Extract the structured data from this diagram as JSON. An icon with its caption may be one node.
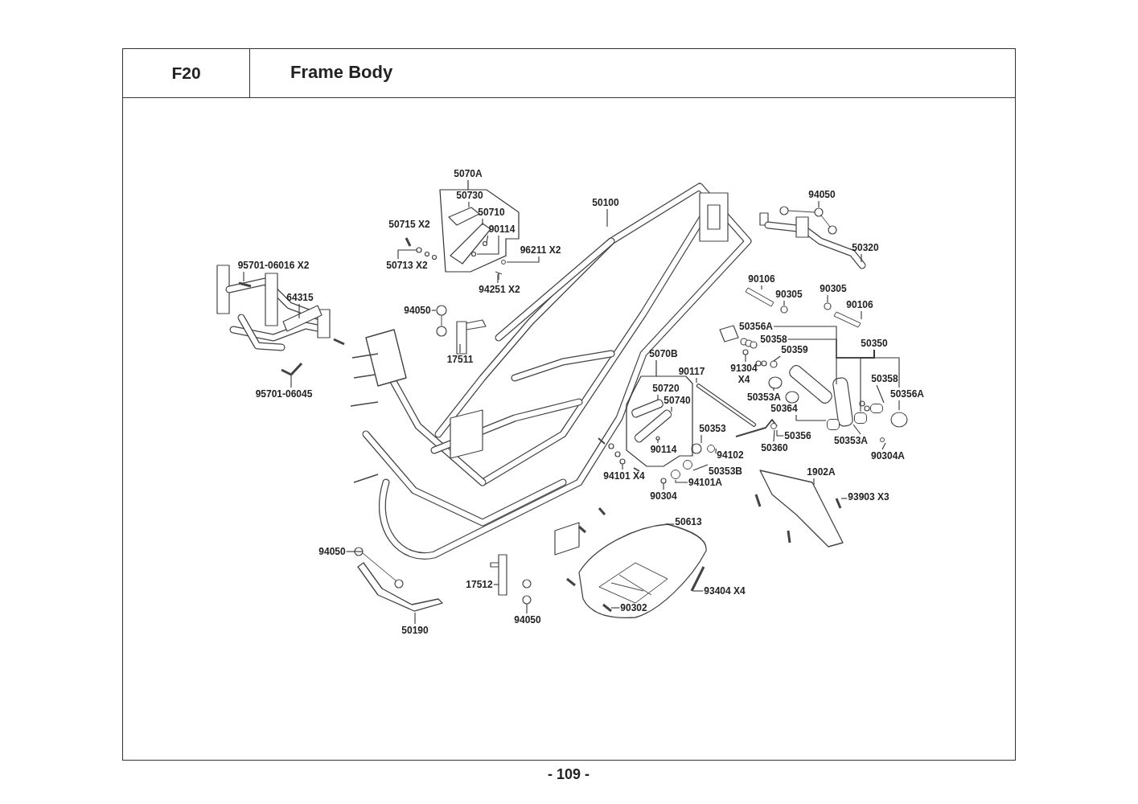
{
  "diagram": {
    "title": "Frame Body",
    "nodes": [
      {
        "text": [
          "95701-06016 X2"
        ]
      },
      {
        "text": [
          "64315"
        ]
      },
      {
        "text": [
          "95701-06045"
        ]
      },
      {
        "text": [
          "5070A"
        ]
      },
      {
        "text": [
          "50730"
        ],
        "in": 3
      },
      {
        "text": [
          "50710"
        ],
        "in": 3
      },
      {
        "text": [
          "90114"
        ],
        "in": 3
      },
      {
        "text": [
          "50715 X2"
        ]
      },
      {
        "text": [
          "50713 X2"
        ]
      },
      {
        "text": [
          "96211 X2"
        ]
      },
      {
        "text": [
          "94251 X2"
        ]
      },
      {
        "text": [
          "94050"
        ]
      },
      {
        "text": [
          "17511"
        ]
      },
      {
        "text": [
          "50100"
        ]
      },
      {
        "text": [
          "94050"
        ]
      },
      {
        "text": [
          "50320"
        ]
      },
      {
        "text": [
          "90106"
        ]
      },
      {
        "text": [
          "90305"
        ]
      },
      {
        "text": [
          "90305"
        ]
      },
      {
        "text": [
          "90106"
        ]
      },
      {
        "text": [
          "50356A"
        ]
      },
      {
        "text": [
          "50358"
        ]
      },
      {
        "text": [
          "50359"
        ]
      },
      {
        "text": [
          "91304 X4"
        ]
      },
      {
        "text": [
          "50350"
        ]
      },
      {
        "text": [
          "50358"
        ]
      },
      {
        "text": [
          "50356A"
        ]
      },
      {
        "text": [
          "90117"
        ]
      },
      {
        "text": [
          "5070B"
        ]
      },
      {
        "text": [
          "50720"
        ],
        "in": 28
      },
      {
        "text": [
          "50740"
        ],
        "in": 28
      },
      {
        "text": [
          "90114"
        ],
        "in": 28
      },
      {
        "text": [
          "50353A"
        ]
      },
      {
        "text": [
          "50364"
        ]
      },
      {
        "text": [
          "50353"
        ]
      },
      {
        "text": [
          "50356"
        ]
      },
      {
        "text": [
          "50360"
        ]
      },
      {
        "text": [
          "50353A"
        ]
      },
      {
        "text": [
          "94102"
        ]
      },
      {
        "text": [
          "50353B"
        ]
      },
      {
        "text": [
          "90304A"
        ]
      },
      {
        "text": [
          "94101 X4"
        ]
      },
      {
        "text": [
          "94101A"
        ]
      },
      {
        "text": [
          "90304"
        ]
      },
      {
        "text": [
          "1902A"
        ]
      },
      {
        "text": [
          "93903 X3"
        ]
      },
      {
        "text": [
          "50613"
        ]
      },
      {
        "text": [
          "94050"
        ]
      },
      {
        "text": [
          "17512"
        ]
      },
      {
        "text": [
          "94050"
        ]
      },
      {
        "text": [
          "93404 X4"
        ]
      },
      {
        "text": [
          "90302"
        ]
      },
      {
        "text": [
          "50190"
        ]
      },
      {
        "text": [],
        "shape": "circle"
      },
      {
        "text": [],
        "shape": "cylinder"
      },
      {
        "text": [],
        "shape": "cylinder"
      },
      {
        "text": [],
        "shape": "cylinder"
      },
      {
        "text": [],
        "shape": "circle"
      },
      {
        "text": [],
        "shape": "circle"
      },
      {
        "text": [],
        "shape": "circle"
      },
      {
        "text": [],
        "shape": "circle"
      },
      {
        "text": [],
        "shape": "circle"
      }
    ],
    "edges": [
      {
        "from": 0,
        "to": null,
        "arrow": "none"
      },
      {
        "from": 1,
        "to": null,
        "arrow": "none"
      },
      {
        "from": 2,
        "to": null,
        "arrow": "none"
      },
      {
        "from": 4,
        "to": null,
        "arrow": "none"
      },
      {
        "from": 5,
        "to": null,
        "arrow": "none"
      },
      {
        "from": 6,
        "to": null,
        "arrow": "none"
      },
      {
        "from": 6,
        "to": null,
        "arrow": "none"
      },
      {
        "from": 8,
        "to": null,
        "arrow": "none"
      },
      {
        "from": 9,
        "to": 53,
        "arrow": "none"
      },
      {
        "from": 10,
        "to": null,
        "arrow": "none"
      },
      {
        "from": 11,
        "to": null,
        "arrow": "none"
      },
      {
        "from": 12,
        "to": null,
        "arrow": "none"
      },
      {
        "from": 13,
        "to": null,
        "arrow": "none"
      },
      {
        "from": 14,
        "to": null,
        "arrow": "none"
      },
      {
        "from": 15,
        "to": null,
        "arrow": "none"
      },
      {
        "from": 16,
        "to": null,
        "arrow": "none"
      },
      {
        "from": 17,
        "to": null,
        "arrow": "none"
      },
      {
        "from": 18,
        "to": null,
        "arrow": "none"
      },
      {
        "from": 19,
        "to": null,
        "arrow": "none"
      },
      {
        "from": 24,
        "to": 20,
        "arrow": "none"
      },
      {
        "from": 24,
        "to": 21,
        "arrow": "none"
      },
      {
        "from": 22,
        "to": null,
        "arrow": "none"
      },
      {
        "from": 23,
        "to": null,
        "arrow": "none"
      },
      {
        "from": 24,
        "to": null,
        "arrow": "none"
      },
      {
        "from": 24,
        "to": 54,
        "arrow": "none"
      },
      {
        "from": 24,
        "to": 26,
        "arrow": "none"
      },
      {
        "from": 25,
        "to": 55,
        "arrow": "none"
      },
      {
        "from": 26,
        "to": null,
        "arrow": "none"
      },
      {
        "from": 27,
        "to": null,
        "arrow": "none"
      },
      {
        "from": 29,
        "to": null,
        "arrow": "none"
      },
      {
        "from": 30,
        "to": null,
        "arrow": "none"
      },
      {
        "from": 31,
        "to": null,
        "arrow": "none"
      },
      {
        "from": 32,
        "to": null,
        "arrow": "none"
      },
      {
        "from": 33,
        "to": 56,
        "arrow": "none"
      },
      {
        "from": 34,
        "to": null,
        "arrow": "none"
      },
      {
        "from": 35,
        "to": 57,
        "arrow": "none"
      },
      {
        "from": 36,
        "to": 57,
        "arrow": "none"
      },
      {
        "from": 37,
        "to": 54,
        "arrow": "none"
      },
      {
        "from": 38,
        "to": 58,
        "arrow": "none"
      },
      {
        "from": 39,
        "to": 59,
        "arrow": "none"
      },
      {
        "from": 40,
        "to": 60,
        "arrow": "none"
      },
      {
        "from": 41,
        "to": null,
        "arrow": "none"
      },
      {
        "from": 42,
        "to": 61,
        "arrow": "none"
      },
      {
        "from": 43,
        "to": null,
        "arrow": "none"
      },
      {
        "from": 44,
        "to": null,
        "arrow": "none"
      },
      {
        "from": 45,
        "to": null,
        "arrow": "none"
      },
      {
        "from": 46,
        "to": null,
        "arrow": "none"
      },
      {
        "from": 47,
        "to": null,
        "arrow": "none"
      },
      {
        "from": 48,
        "to": null,
        "arrow": "none"
      },
      {
        "from": 49,
        "to": null,
        "arrow": "none"
      },
      {
        "from": 50,
        "to": null,
        "arrow": "none"
      },
      {
        "from": 51,
        "to": null,
        "arrow": "none"
      },
      {
        "from": 52,
        "to": null,
        "arrow": "none"
      }
    ],
    "labels": [
      "F20",
      "- 109 -"
    ]
  }
}
